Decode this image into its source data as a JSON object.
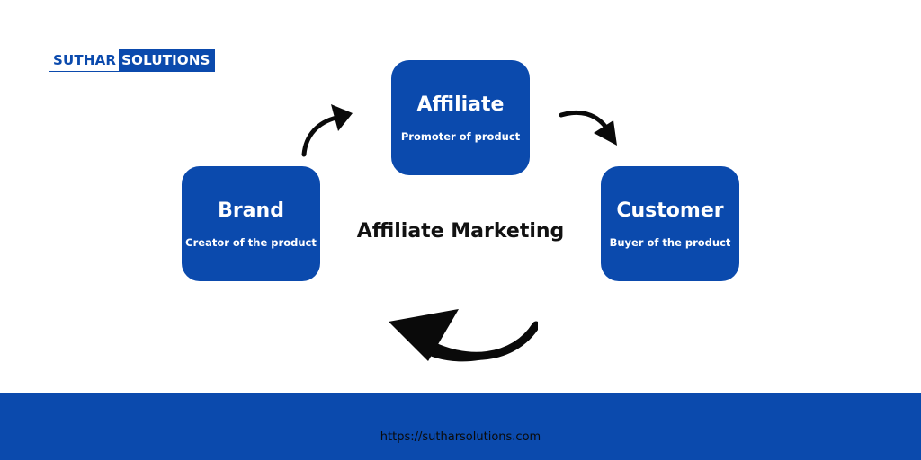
{
  "logo": {
    "part_a": "SUTHAR",
    "part_b": "SOLUTIONS"
  },
  "title": "Affiliate Marketing",
  "nodes": [
    {
      "id": "affiliate",
      "title": "Affiliate",
      "subtitle": "Promoter of product"
    },
    {
      "id": "brand",
      "title": "Brand",
      "subtitle": "Creator of the product"
    },
    {
      "id": "customer",
      "title": "Customer",
      "subtitle": "Buyer of the product"
    }
  ],
  "footer": {
    "url": "https://sutharsolutions.com"
  },
  "colors": {
    "brand_blue": "#0b4aad",
    "arrow": "#0a0a0a",
    "background": "#ffffff"
  },
  "icons": [
    "curved-arrow-icon"
  ]
}
